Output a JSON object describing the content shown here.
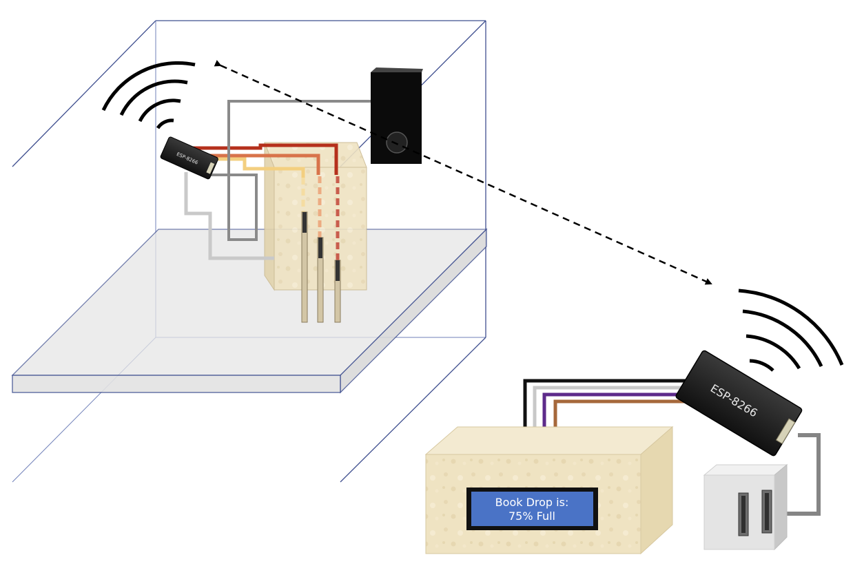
{
  "esp_left": {
    "label": "ESP-8266"
  },
  "esp_right": {
    "label": "ESP-8266"
  },
  "display": {
    "line1": "Book Drop is:",
    "line2": "75% Full"
  }
}
